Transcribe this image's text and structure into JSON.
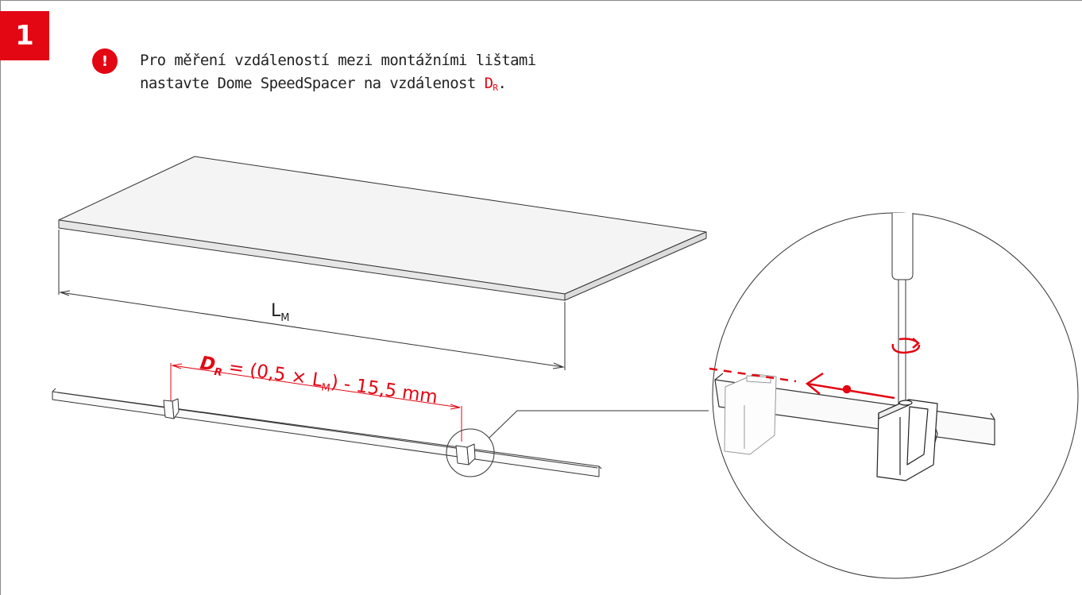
{
  "step": {
    "number": "1"
  },
  "alert": {
    "symbol": "!"
  },
  "instruction": {
    "line1": "Pro měření vzdáleností mezi montážními lištami",
    "line2_prefix": "nastavte Dome SpeedSpacer na vzdálenost ",
    "symbol": "D",
    "symbol_sub": "R",
    "line2_suffix": "."
  },
  "dimensions": {
    "module_length": {
      "symbol": "L",
      "sub": "M"
    },
    "rail_distance": {
      "symbol": "D",
      "sub": "R",
      "formula_part1": " = (0,5 × L",
      "formula_sub": "M",
      "formula_part2": ") - 15,5 mm"
    }
  },
  "colors": {
    "accent": "#e30613",
    "line": "#222222",
    "frame": "#8a8a8a"
  }
}
